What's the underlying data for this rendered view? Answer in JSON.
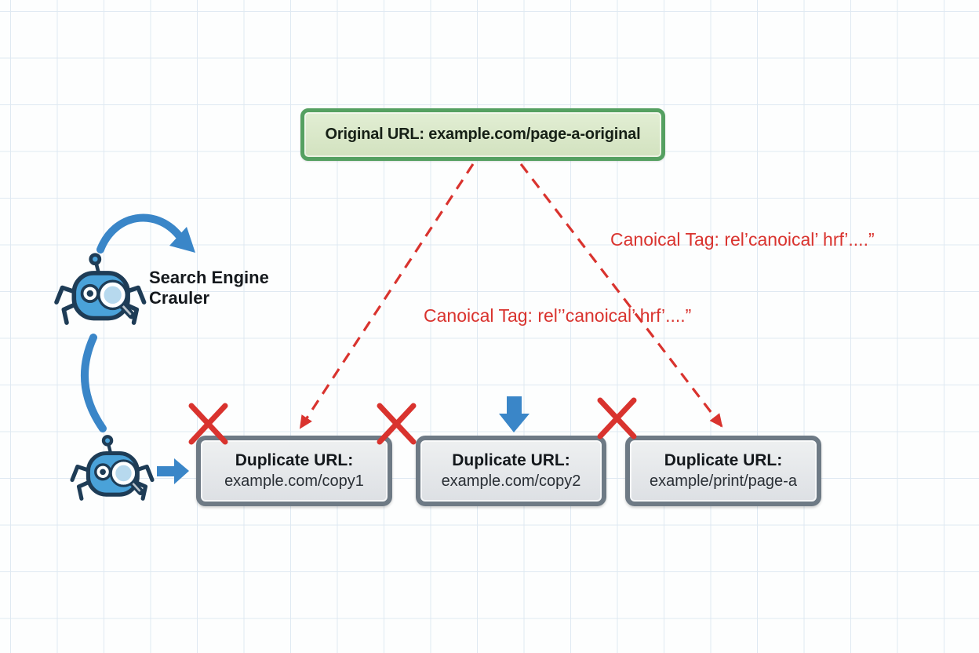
{
  "diagram": {
    "title_hint": "Canonical tag SEO diagram on grid paper",
    "original_box": {
      "label": "Original URL: example.com/page-a-original"
    },
    "duplicate_boxes": [
      {
        "title": "Duplicate URL:",
        "url": "example.com/copy1"
      },
      {
        "title": "Duplicate URL:",
        "url": "example.com/copy2"
      },
      {
        "title": "Duplicate URL:",
        "url": "example/print/page-a"
      }
    ],
    "canonical_labels": {
      "middle": "Canoical Tag: rel’’canoical’ hrf’....”",
      "right": "Canoical Tag: rel’canoical’ hrf’....”"
    },
    "crawler_label": "Search Engine Crauler",
    "icons": [
      "spider-crawler-icon-top",
      "spider-crawler-icon-bottom",
      "curved-arrow-icon",
      "curve-connector-line",
      "right-arrow-icon",
      "down-arrow-icon",
      "red-x-icon-1",
      "red-x-icon-2",
      "red-x-icon-3",
      "dashed-arrow-left",
      "dashed-arrow-right"
    ]
  },
  "colors": {
    "red": "#d9332e",
    "blue": "#3a86c8",
    "navy": "#1e3c56",
    "spider-body": "#4aa2d9",
    "lens": "#b7d9ee",
    "green-border": "#55a061",
    "green-fill": "#d9e8c8",
    "gray-border": "#6e7a85",
    "gray-fill": "#e9ebed",
    "grid-line": "#dfe9f2",
    "text-dark": "#1d2126"
  }
}
